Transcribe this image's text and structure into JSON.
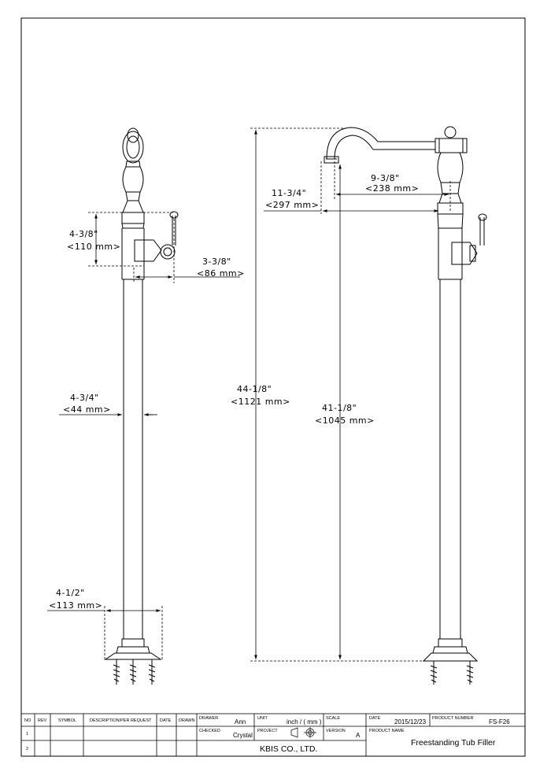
{
  "drawing": {
    "left_view_dims": {
      "handle_height": {
        "imperial": "4-3/8\"",
        "metric": "<110 mm>"
      },
      "handle_reach": {
        "imperial": "3-3/8\"",
        "metric": "<86 mm>"
      },
      "pipe_diameter": {
        "imperial": "4-3/4\"",
        "metric": "<44 mm>"
      },
      "base_width": {
        "imperial": "4-1/2\"",
        "metric": "<113 mm>"
      }
    },
    "right_view_dims": {
      "spout_reach": {
        "imperial": "9-3/8\"",
        "metric": "<238 mm>"
      },
      "outlet_offset": {
        "imperial": "11-3/4\"",
        "metric": "<297 mm>"
      },
      "total_height": {
        "imperial": "44-1/8\"",
        "metric": "<1121 mm>"
      },
      "outlet_height": {
        "imperial": "41-1/8\"",
        "metric": "<1045 mm>"
      }
    }
  },
  "title_block": {
    "headers": {
      "no": "NO",
      "rev": "REV",
      "symbol": "SYMBOL",
      "description": "DESCRIPTION/PER REQUEST",
      "date": "DATE",
      "drawn": "DRAWN"
    },
    "rows": [
      "1",
      "2"
    ],
    "drawer_label": "DRAWER",
    "drawer_value": "Ann",
    "unit_label": "UNIT",
    "unit_value": "inch / ( mm )",
    "scale_label": "SCALE",
    "date_label": "DATE",
    "date_value": "2015/12/23",
    "product_number_label": "PRODUCT NUMBER",
    "product_number_value": "FS-F26",
    "checked_label": "CHECKED",
    "checked_value": "Crystal",
    "project_label": "PROJECT",
    "version_label": "VERSION",
    "version_value": "A",
    "product_name_label": "PRODUCT NAME",
    "product_name_value": "Freestanding Tub Filler",
    "company": "KBIS CO., LTD."
  }
}
